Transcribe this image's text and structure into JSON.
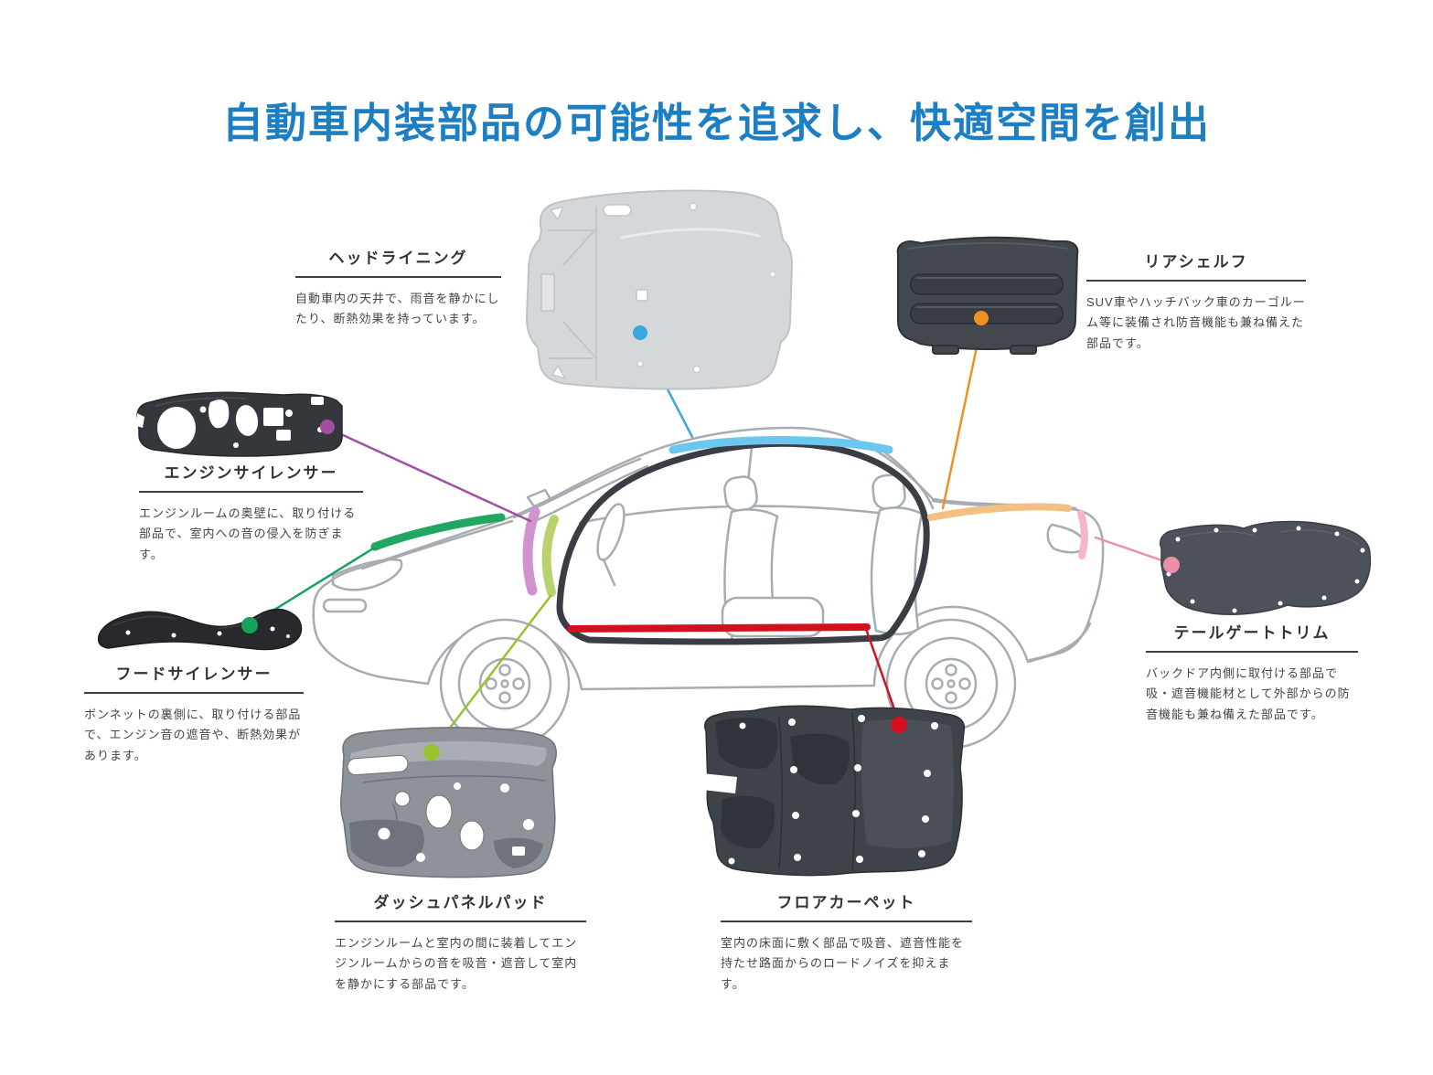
{
  "title": "自動車内装部品の可能性を追求し、快適空間を創出",
  "title_color": "#1c7fc4",
  "parts": {
    "headlining": {
      "name": "ヘッドライニング",
      "description": "自動車内の天井で、雨音を静かにしたり、断熱効果を持っています。",
      "accent_color": "#38a8dd",
      "highlight_color": "#6cc7ee"
    },
    "rear_shelf": {
      "name": "リアシェルフ",
      "description": "SUV車やハッチバック車のカーゴルーム等に装備され防音機能も兼ね備えた部品です。",
      "accent_color": "#ee9122",
      "highlight_color": "#f3bf82"
    },
    "engine_silencer": {
      "name": "エンジンサイレンサー",
      "description": "エンジンルームの奥壁に、取り付ける部品で、室内への音の侵入を防ぎます。",
      "accent_color": "#a14fa5",
      "highlight_color": "#d193cf"
    },
    "hood_silencer": {
      "name": "フードサイレンサー",
      "description": "ボンネットの裏側に、取り付ける部品で、エンジン音の遮音や、断熱効果があります。",
      "accent_color": "#14a25c",
      "highlight_color": "#22a763"
    },
    "dash_panel_pad": {
      "name": "ダッシュパネルパッド",
      "description": "エンジンルームと室内の間に装着してエンジンルームからの音を吸音・遮音して室内を静かにする部品です。",
      "accent_color": "#97c42e",
      "highlight_color": "#b8d26e"
    },
    "floor_carpet": {
      "name": "フロアカーペット",
      "description": "室内の床面に敷く部品で吸音、遮音性能を持たせ路面からのロードノイズを抑えます。",
      "accent_color": "#d2101e",
      "highlight_color": "#d2101e"
    },
    "tailgate_trim": {
      "name": "テールゲートトリム",
      "description": "バックドア内側に取付ける部品で吸・遮音機能材として外部からの防音機能も兼ね備えた部品です。",
      "accent_color": "#ef8fa5",
      "highlight_color": "#f3b7c6"
    }
  }
}
